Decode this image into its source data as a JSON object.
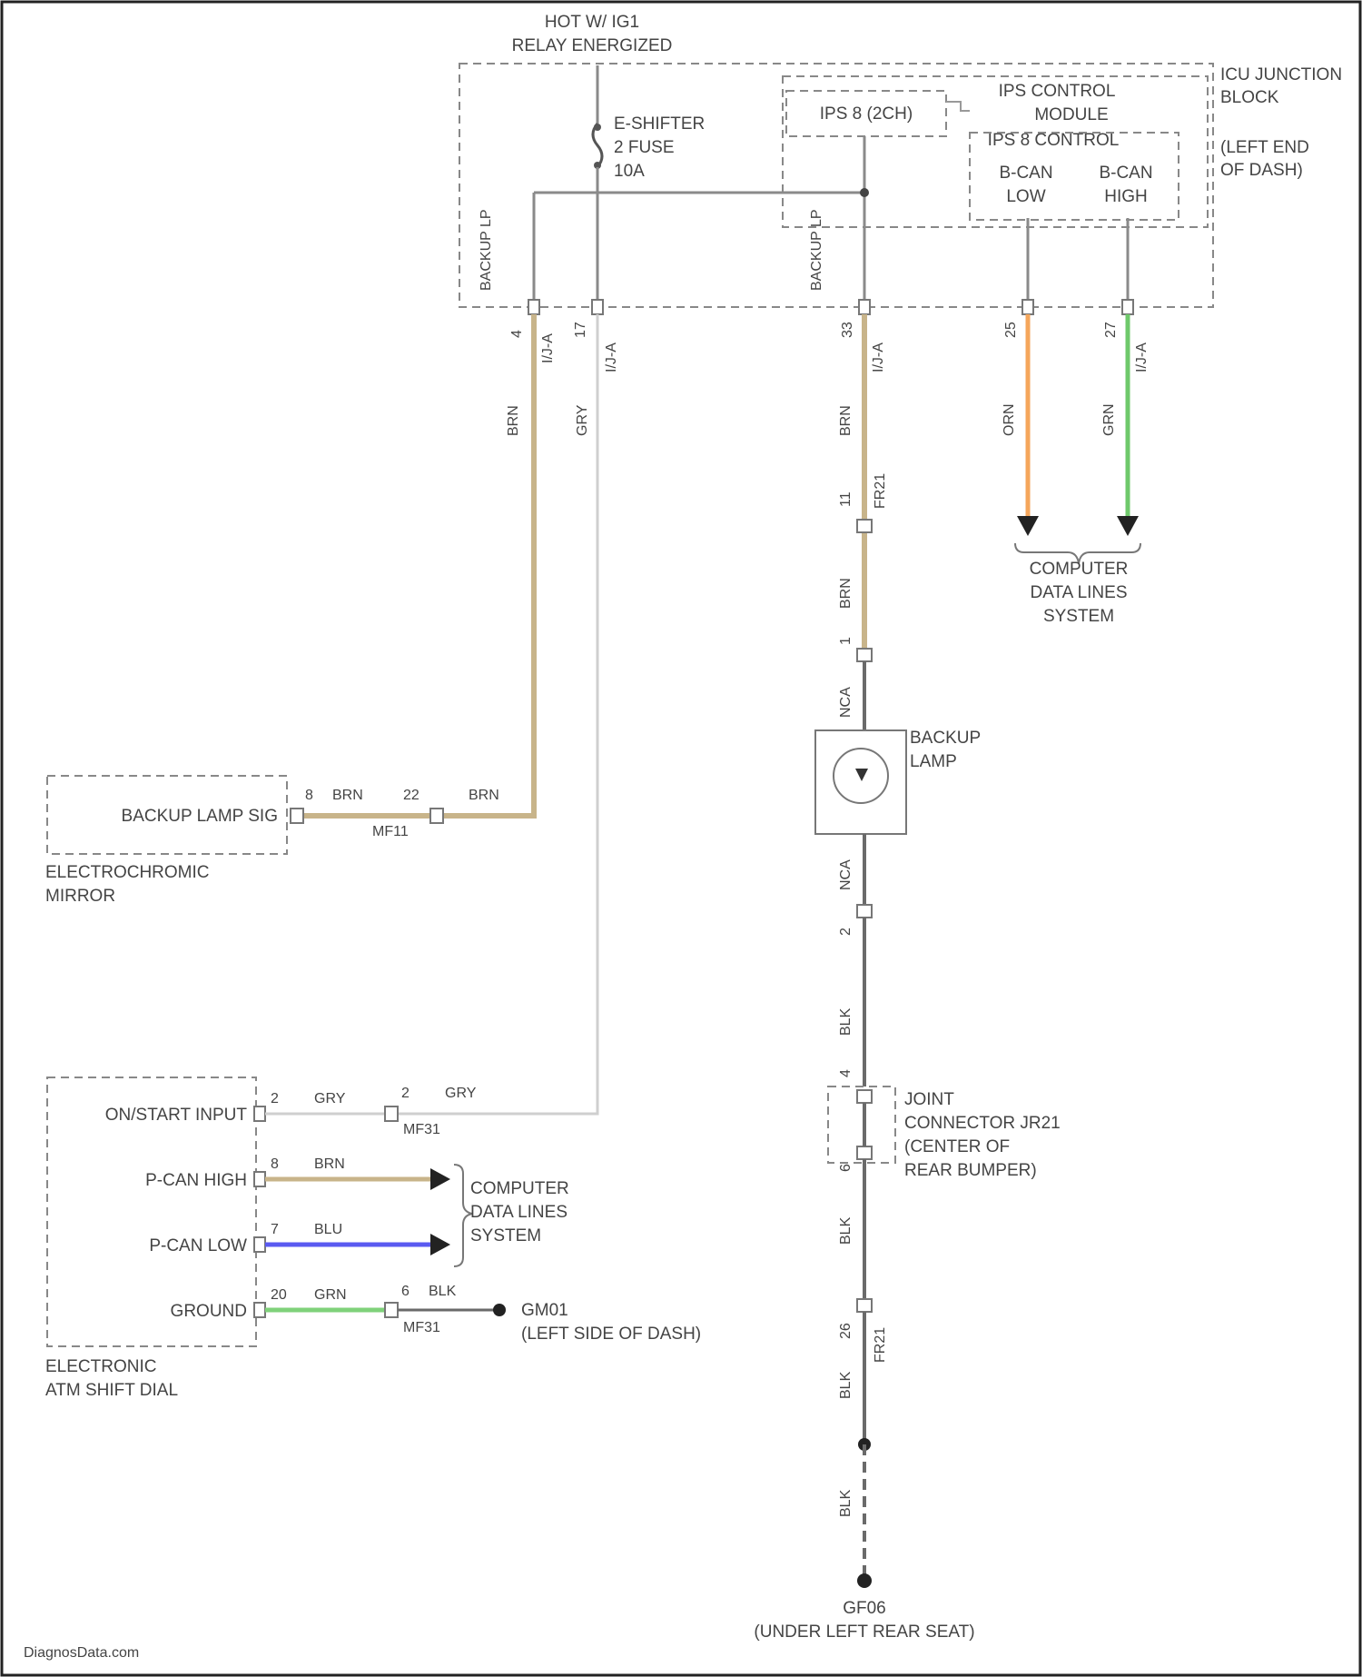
{
  "colors": {
    "brn": "#c8b48a",
    "orn": "#f5a65b",
    "grn_hi": "#6fc96b",
    "blu": "#5a5af0",
    "grn_gnd": "#7fd17a",
    "gry": "#cfcfcf",
    "blk": "#6a6a6a",
    "border": "#222222"
  },
  "top": {
    "hot_label": "HOT W/ IG1",
    "relay_label": "RELAY ENERGIZED"
  },
  "fuse": {
    "line1": "E-SHIFTER",
    "line2": "2 FUSE",
    "line3": "10A"
  },
  "ips": {
    "output": "IPS 8 (2CH)",
    "module_line1": "IPS CONTROL",
    "module_line2": "MODULE",
    "control": "IPS 8 CONTROL",
    "bcan_low_1": "B-CAN",
    "bcan_low_2": "LOW",
    "bcan_high_1": "B-CAN",
    "bcan_high_2": "HIGH"
  },
  "junction_block": {
    "line1": "ICU JUNCTION",
    "line2": "BLOCK",
    "line3": "(LEFT END",
    "line4": "OF DASH)"
  },
  "backup_lp_label": "BACKUP LP",
  "header_pins": {
    "p1": "4",
    "p2": "17",
    "p3": "33",
    "p4": "25",
    "p5": "27",
    "conn": "I/J-A"
  },
  "wires": {
    "brn": "BRN",
    "gry": "GRY",
    "orn": "ORN",
    "grn": "GRN",
    "blu": "BLU",
    "blk": "BLK",
    "nca": "NCA"
  },
  "pins_center": {
    "p11": "11",
    "fr21": "FR21",
    "p1": "1",
    "p2": "2",
    "p4": "4",
    "p6": "6",
    "p26": "26",
    "fr21b": "FR21"
  },
  "computer_data_lines": {
    "line1": "COMPUTER",
    "line2": "DATA LINES",
    "line3": "SYSTEM"
  },
  "backup_lamp": {
    "line1": "BACKUP",
    "line2": "LAMP"
  },
  "mirror": {
    "signal": "BACKUP LAMP SIG",
    "pin": "8",
    "inline_pin": "22",
    "conn": "MF11",
    "name1": "ELECTROCHROMIC",
    "name2": "MIRROR"
  },
  "joint": {
    "line1": "JOINT",
    "line2": "CONNECTOR JR21",
    "line3": "(CENTER OF",
    "line4": "REAR BUMPER)"
  },
  "dial": {
    "rows": [
      {
        "label": "ON/START INPUT",
        "pin": "2",
        "wire": "GRY"
      },
      {
        "label": "P-CAN HIGH",
        "pin": "8",
        "wire": "BRN"
      },
      {
        "label": "P-CAN LOW",
        "pin": "7",
        "wire": "BLU"
      },
      {
        "label": "GROUND",
        "pin": "20",
        "wire": "GRN"
      }
    ],
    "inline_pin_top": "2",
    "inline_wire_top": "GRY",
    "inline_conn_top": "MF31",
    "inline_pin_gnd": "6",
    "inline_wire_gnd": "BLK",
    "inline_conn_gnd": "MF31",
    "name1": "ELECTRONIC",
    "name2": "ATM SHIFT DIAL"
  },
  "gm01": {
    "id": "GM01",
    "loc": "(LEFT SIDE OF DASH)"
  },
  "gf06": {
    "id": "GF06",
    "loc": "(UNDER LEFT REAR SEAT)"
  },
  "watermark": "DiagnosData.com"
}
